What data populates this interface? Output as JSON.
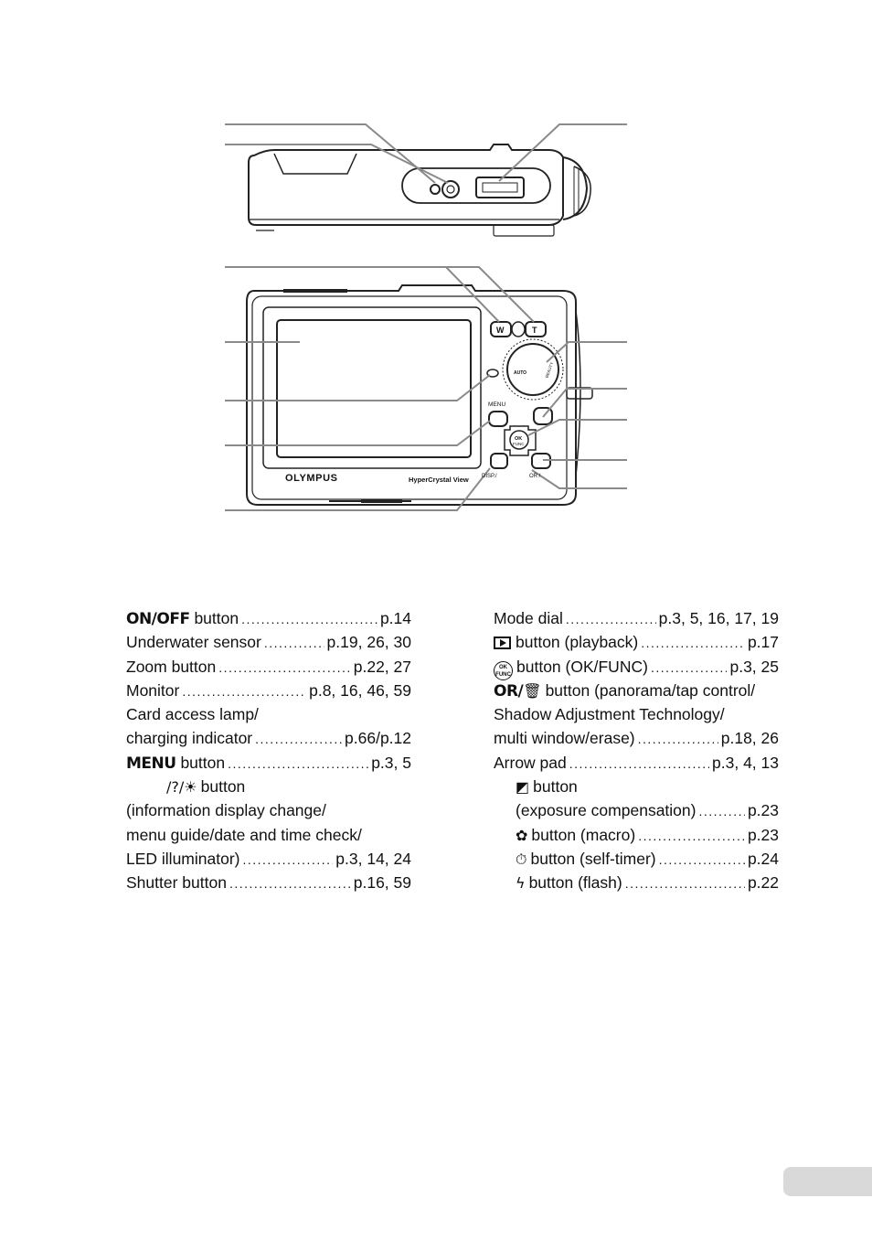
{
  "diagram": {
    "brand": "OLYMPUS",
    "screen_tag": "HyperCrystal View",
    "menu_label": "MENU",
    "disp_label": "DISP./",
    "or_label": "OR /",
    "w_label": "W",
    "t_label": "T",
    "ok_label": "OK",
    "func_label": "FUNC",
    "auto_label": "AUTO",
    "beauty_label": "BEAUTY"
  },
  "left_items": [
    {
      "label": "button",
      "page": "p.14",
      "glyph": "ON/OFF"
    },
    {
      "label": "Underwater sensor",
      "page": "p.19, 26, 30"
    },
    {
      "label": "Zoom button",
      "page": "p.22, 27"
    },
    {
      "label": "Monitor",
      "page": "p.8, 16, 46, 59"
    },
    {
      "label": "Card access lamp/",
      "page": ""
    },
    {
      "label": "charging indicator",
      "page": "p.66/p.12"
    },
    {
      "label": "button",
      "page": "p.3, 5",
      "glyph": "MENU"
    },
    {
      "label": "button",
      "page": "",
      "glyph": "/?/☀"
    },
    {
      "label": "(information display change/",
      "page": ""
    },
    {
      "label": "menu guide/date and time check/",
      "page": ""
    },
    {
      "label": "LED illuminator)",
      "page": "p.3, 14, 24"
    },
    {
      "label": "Shutter button",
      "page": "p.16, 59"
    }
  ],
  "right_items": [
    {
      "label": "Mode dial",
      "page": "p.3, 5, 16, 17, 19"
    },
    {
      "label": "button (playback)",
      "page": "p.17",
      "icon": "play-box-icon"
    },
    {
      "label": "button (OK/FUNC)",
      "page": "p.3, 25",
      "icon": "ok-func-icon",
      "icon_text_top": "OK",
      "icon_text_bottom": "FUNC"
    },
    {
      "label": "button (panorama/tap control/",
      "page": "",
      "glyph": "OR/"
    },
    {
      "label": "Shadow Adjustment Technology/",
      "page": ""
    },
    {
      "label": "multi window/erase)",
      "page": "p.18, 26"
    },
    {
      "label": "Arrow pad",
      "page": "p.3, 4, 13"
    },
    {
      "label": "button",
      "page": "",
      "icon": "exposure-comp-icon",
      "sub": true
    },
    {
      "label": "(exposure compensation)",
      "page": "p.23",
      "sub": true
    },
    {
      "label": "button (macro)",
      "page": "p.23",
      "icon": "macro-flower-icon",
      "sub": true
    },
    {
      "label": "button (self-timer)",
      "page": "p.24",
      "icon": "self-timer-icon",
      "sub": true
    },
    {
      "label": "button (flash)",
      "page": "p.22",
      "icon": "flash-icon",
      "sub": true
    }
  ]
}
